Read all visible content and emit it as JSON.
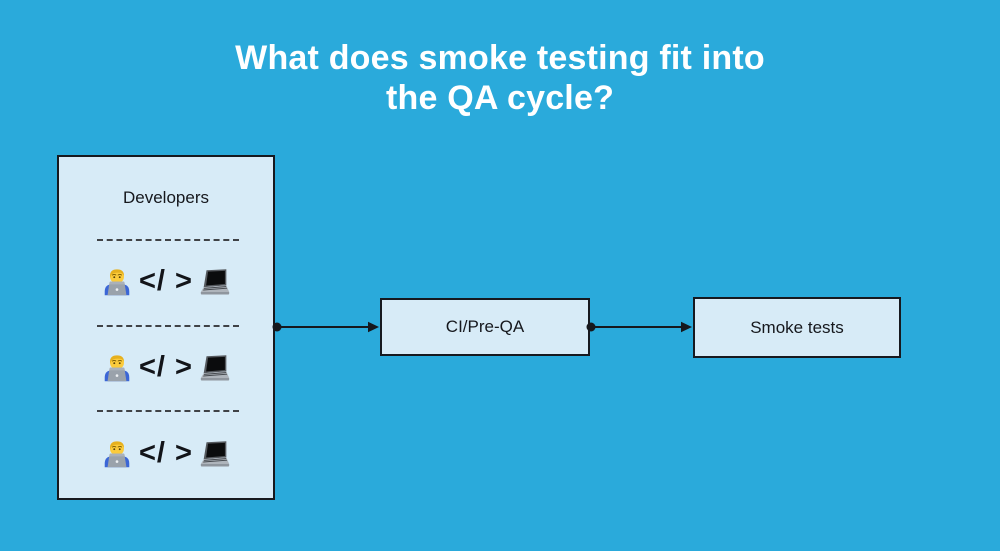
{
  "title": {
    "line1": "What does smoke testing fit into",
    "line2": "the QA cycle?"
  },
  "colors": {
    "background": "#2AAADB",
    "box_fill": "#D7EBF7",
    "box_border": "#16191F",
    "title_color": "#FFFFFF",
    "arrow_color": "#16181D"
  },
  "developers_box": {
    "label": "Developers",
    "rows": [
      {
        "person_icon": "technologist-emoji",
        "code_text": "</ >",
        "device_icon": "laptop-emoji"
      },
      {
        "person_icon": "technologist-emoji",
        "code_text": "</ >",
        "device_icon": "laptop-emoji"
      },
      {
        "person_icon": "technologist-emoji",
        "code_text": "</ >",
        "device_icon": "laptop-emoji"
      }
    ]
  },
  "flow": {
    "ci_box_label": "CI/Pre-QA",
    "smoke_box_label": "Smoke tests"
  }
}
